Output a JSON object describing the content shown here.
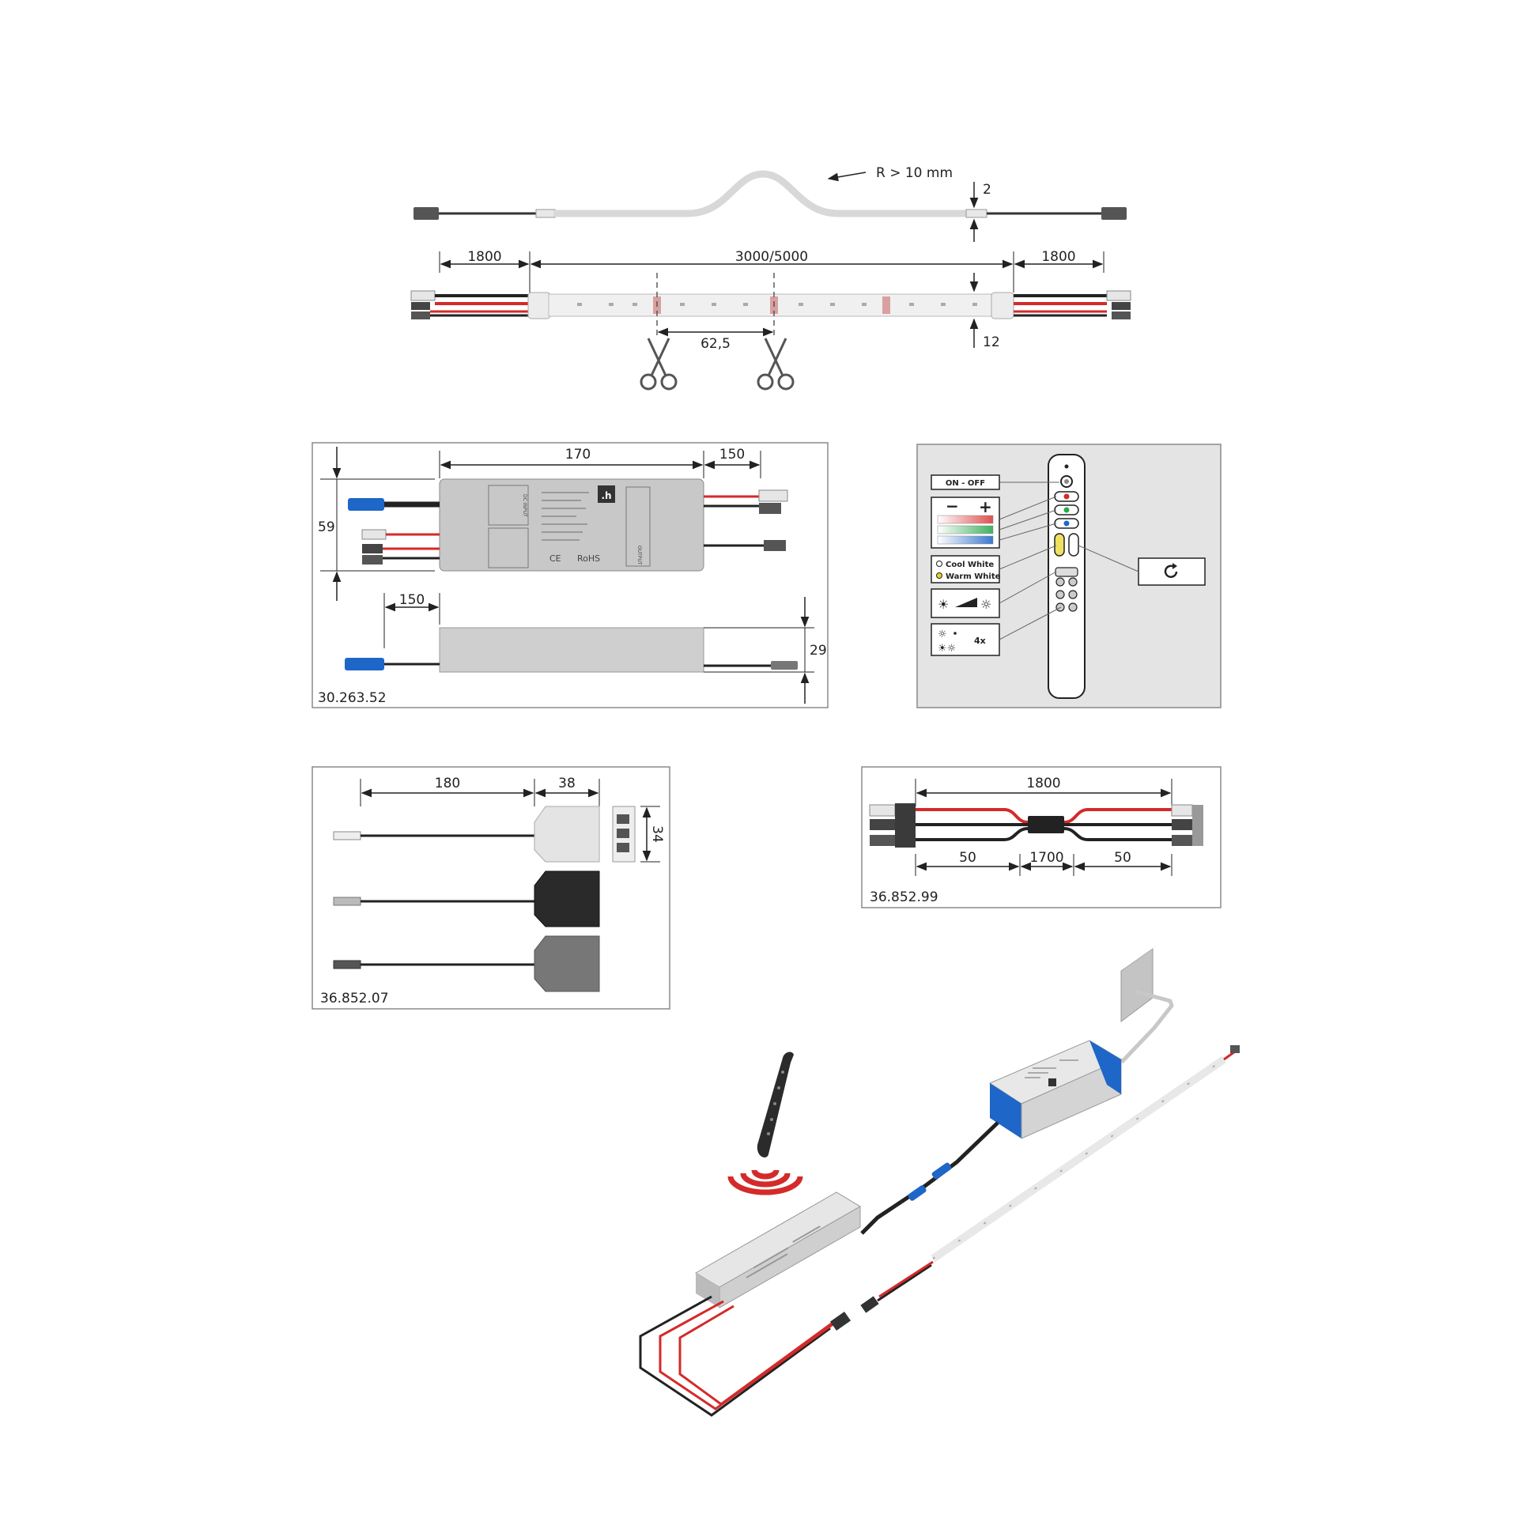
{
  "strip": {
    "bend_radius": "R > 10 mm",
    "height_dim": "2",
    "lead_left": "1800",
    "strip_length": "3000/5000",
    "lead_right": "1800",
    "cut_interval": "62,5",
    "width_dim": "12"
  },
  "controller": {
    "length": "170",
    "output_lead": "150",
    "height": "59",
    "input_lead": "150",
    "depth": "29",
    "article_number": "30.263.52",
    "label_rohs": "RoHS",
    "label_ce": "CE",
    "label_output": "OUTPUT",
    "label_dc_input": "DC INPUT",
    "label_logo": ".h"
  },
  "remote_legend": {
    "on_off": "ON - OFF",
    "minus": "−",
    "plus": "+",
    "cool_white": "Cool White",
    "warm_white": "Warm White",
    "times": "4x"
  },
  "distributor": {
    "lead_length": "180",
    "body_length": "38",
    "body_height": "34",
    "article_number": "36.852.07"
  },
  "extension": {
    "total_length": "1800",
    "left_split": "50",
    "middle": "1700",
    "right_split": "50",
    "article_number": "36.852.99"
  },
  "colors": {
    "red_wire": "#d42a2a",
    "black_wire": "#222222",
    "connector_blue": "#1e66c8",
    "housing_grey": "#cfcfcf",
    "frame": "#8a8a8a"
  }
}
